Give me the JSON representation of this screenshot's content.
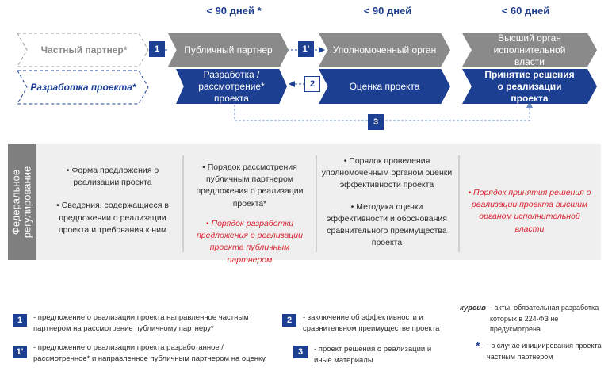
{
  "deadlines": [
    "< 90 дней *",
    "< 90 дней",
    "< 60 дней"
  ],
  "flow": {
    "private_partner": "Частный партнер*",
    "project_dev": "Разработка проекта*",
    "public_partner": "Публичный партнер",
    "authorized_body": "Уполномоченный орган",
    "executive_body": "Высший орган исполнительной власти",
    "dev_review": "Разработка / рассмотрение* проекта",
    "evaluation": "Оценка проекта",
    "decision": "Принятие решения о реализации проекта"
  },
  "steps": {
    "s1": "1",
    "s1p": "1'",
    "s2": "2",
    "s3": "3"
  },
  "regulation": {
    "side_label": "Федеральное регулирование",
    "col1": [
      "• Форма предложения о реализации проекта",
      "• Сведения, содержащиеся в предложении о реализации проекта и требования к ним"
    ],
    "col2": [
      "• Порядок рассмотрения публичным партнером предложения о реализации проекта*"
    ],
    "col2_red": "• Порядок разработки предложения о реализации проекта публичным партнером",
    "col3": [
      "• Порядок проведения уполномоченным органом оценки эффективности проекта",
      "• Методика оценки эффективности и обоснования сравнительного преимущества проекта"
    ],
    "col4_red": "• Порядок принятия решения о реализации проекта высшим органом исполнительной власти"
  },
  "legend": {
    "l1_num": "1",
    "l1_text": "- предложение о реализации проекта направленное частным партнером на рассмотрение публичному партнеру*",
    "l1p_num": "1'",
    "l1p_text": "- предложение о реализации проекта разработанное / рассмотренное* и направленное публичным партнером на оценку",
    "l2_num": "2",
    "l2_text": "- заключение об эффективности и сравнительном преимуществе проекта",
    "l3_num": "3",
    "l3_text": "- проект решения о реализации и иные материалы",
    "kursiv_label": "курсив",
    "kursiv_text": "- акты, обязательная разработка которых в 224-ФЗ не предусмотрена",
    "star_label": "*",
    "star_text": "- в случае инициирования проекта частным партнером"
  },
  "colors": {
    "blue": "#1d3f92",
    "grey": "#8a8a8a",
    "red": "#d9232e",
    "panel": "#efefef"
  }
}
